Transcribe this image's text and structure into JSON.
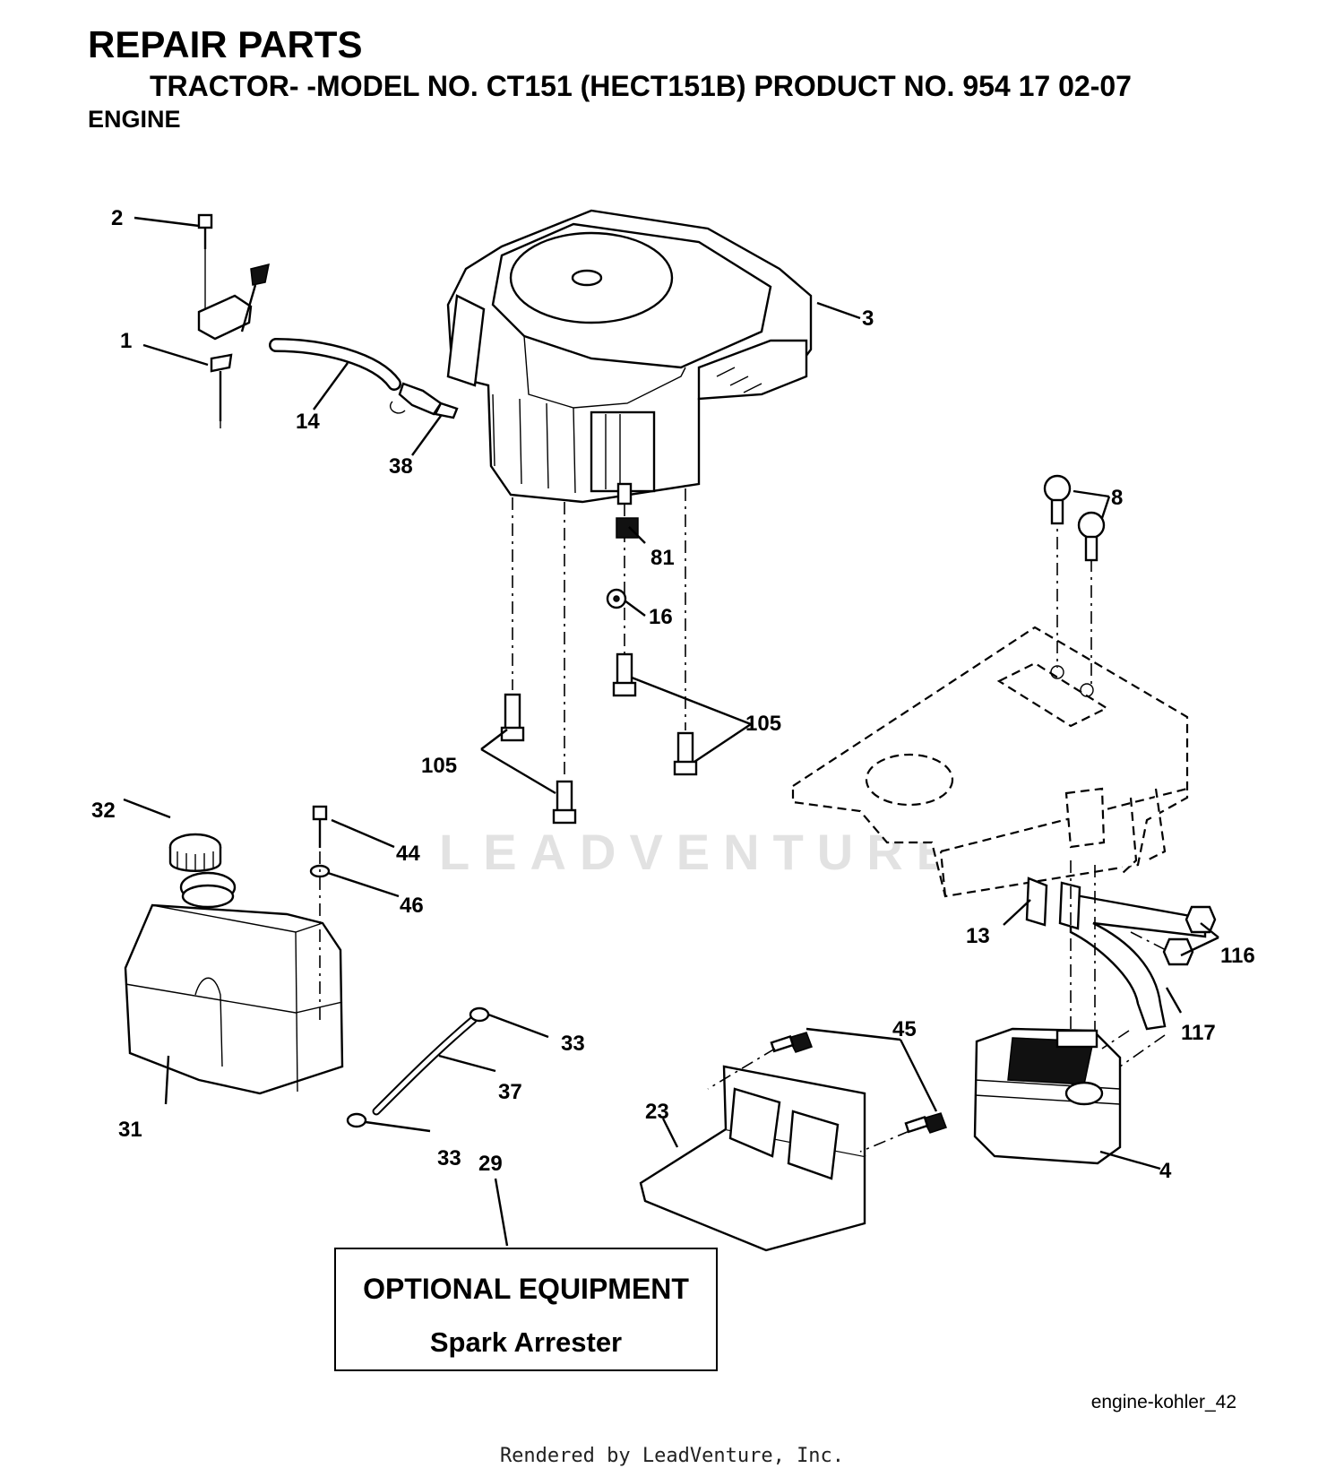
{
  "header": {
    "title": "REPAIR PARTS",
    "subtitle": "TRACTOR- -MODEL NO. CT151 (HECT151B) PRODUCT NO. 954 17 02-07",
    "section": "ENGINE"
  },
  "callouts": {
    "c1": "1",
    "c2": "2",
    "c3": "3",
    "c4": "4",
    "c8": "8",
    "c13": "13",
    "c14": "14",
    "c16": "16",
    "c23": "23",
    "c29": "29",
    "c31": "31",
    "c32": "32",
    "c33a": "33",
    "c33b": "33",
    "c37": "37",
    "c38": "38",
    "c44": "44",
    "c45": "45",
    "c46": "46",
    "c81": "81",
    "c105a": "105",
    "c105b": "105",
    "c116": "116",
    "c117": "117"
  },
  "optional_box": {
    "title": "OPTIONAL EQUIPMENT",
    "subtitle": "Spark Arrester"
  },
  "watermark": "LEADVENTURE",
  "diagram_id": "engine-kohler_42",
  "footer": "Rendered by LeadVenture, Inc."
}
